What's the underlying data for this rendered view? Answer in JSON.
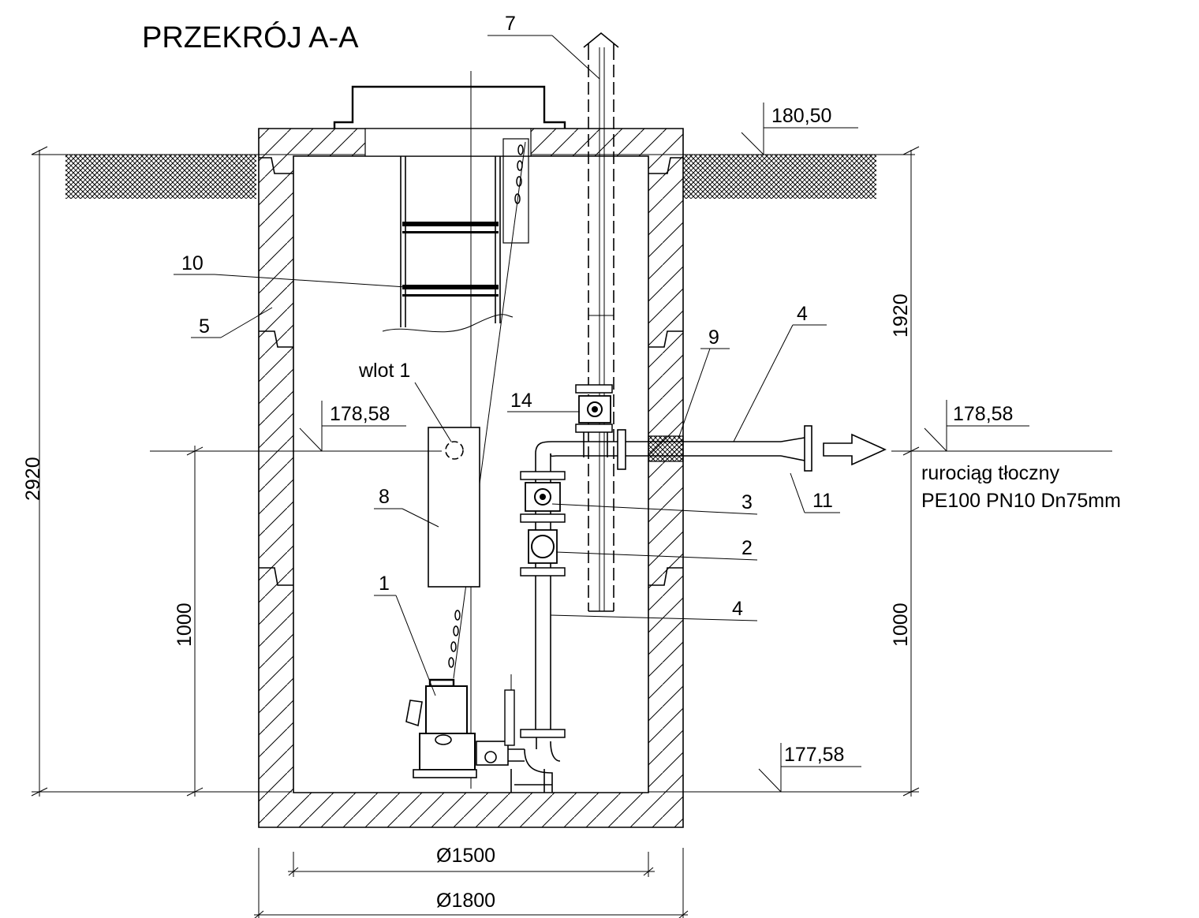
{
  "title": "PRZEKRÓJ A-A",
  "elevations": {
    "terrain": "180,50",
    "inlet": "178,58",
    "outlet": "178,58",
    "bottom": "177,58"
  },
  "dimensions": {
    "total_height": "2920",
    "upper_height": "1920",
    "lower_height_left": "1000",
    "lower_height_right": "1000",
    "inner_diameter": "Ø1500",
    "outer_diameter": "Ø1800"
  },
  "labels": {
    "l1": "1",
    "l2": "2",
    "l3": "3",
    "l4_top": "4",
    "l4_bottom": "4",
    "l5": "5",
    "l7": "7",
    "l8": "8",
    "l9": "9",
    "l10": "10",
    "l11": "11",
    "l14": "14",
    "inlet": "wlot 1"
  },
  "pipeline_note": {
    "line1": "rurociąg tłoczny",
    "line2": "PE100 PN10 Dn75mm"
  }
}
